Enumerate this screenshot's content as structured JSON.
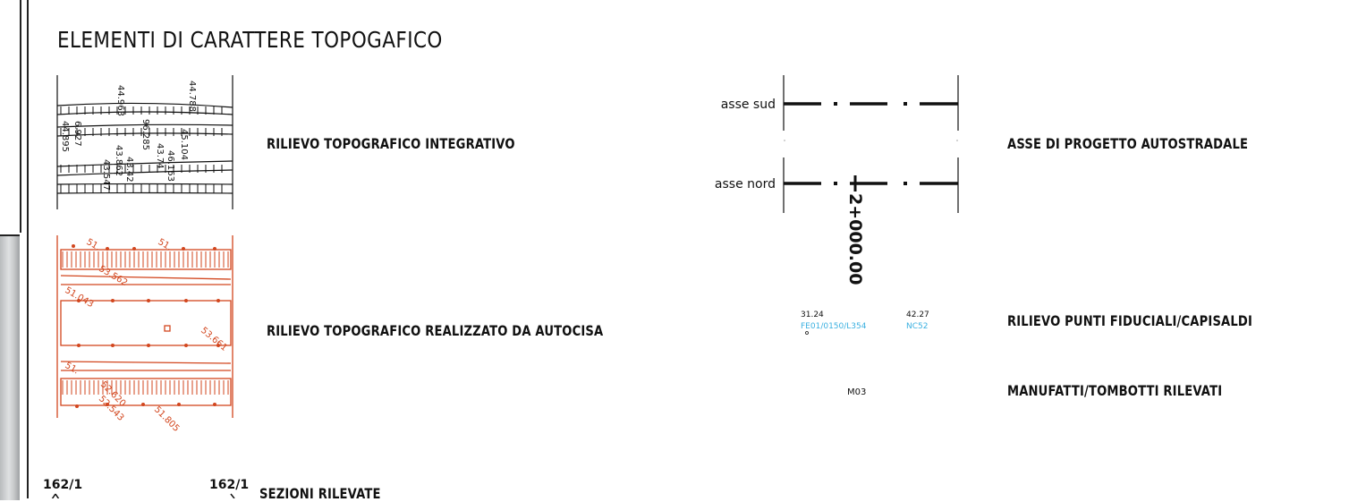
{
  "title": "ELEMENTI DI CARATTERE TOPOGAFICO",
  "legend": {
    "rilievo_integrativo": "RILIEVO TOPOGRAFICO INTEGRATIVO",
    "rilievo_autocisa": "RILIEVO TOPOGRAFICO REALIZZATO DA AUTOCISA",
    "sezioni": "SEZIONI RILEVATE",
    "asse_progetto": "ASSE DI PROGETTO AUTOSTRADALE",
    "punti_fiduciali": "RILIEVO PUNTI FIDUCIALI/CAPISALDI",
    "manufatti": "MANUFATTI/TOMBOTTI RILEVATI"
  },
  "axis_symbol": {
    "asse_sud": "asse sud",
    "asse_nord": "asse nord",
    "chainage": "2+000.00"
  },
  "fiducial": {
    "left_value": "31.24",
    "left_code": "FE01/0150/L354",
    "right_value": "42.27",
    "right_code": "NC52"
  },
  "manufatto_code": "M03",
  "section_label_left": "162/1",
  "section_label_right": "162/1",
  "survey_black_labels": [
    "44.963",
    "44.788",
    "44.895",
    "6.927",
    "96.285",
    "43.862",
    "43.74",
    "46.163",
    "43.547",
    "43.42",
    "45.104"
  ],
  "survey_red_labels": [
    "51.",
    "51.",
    "53.562",
    "51.043",
    "53.661",
    "51.",
    "52.620",
    "52.543",
    "51.805"
  ],
  "colors": {
    "ink": "#111111",
    "survey_red": "#d2461e",
    "fiducial_blue": "#3ab0e0"
  }
}
